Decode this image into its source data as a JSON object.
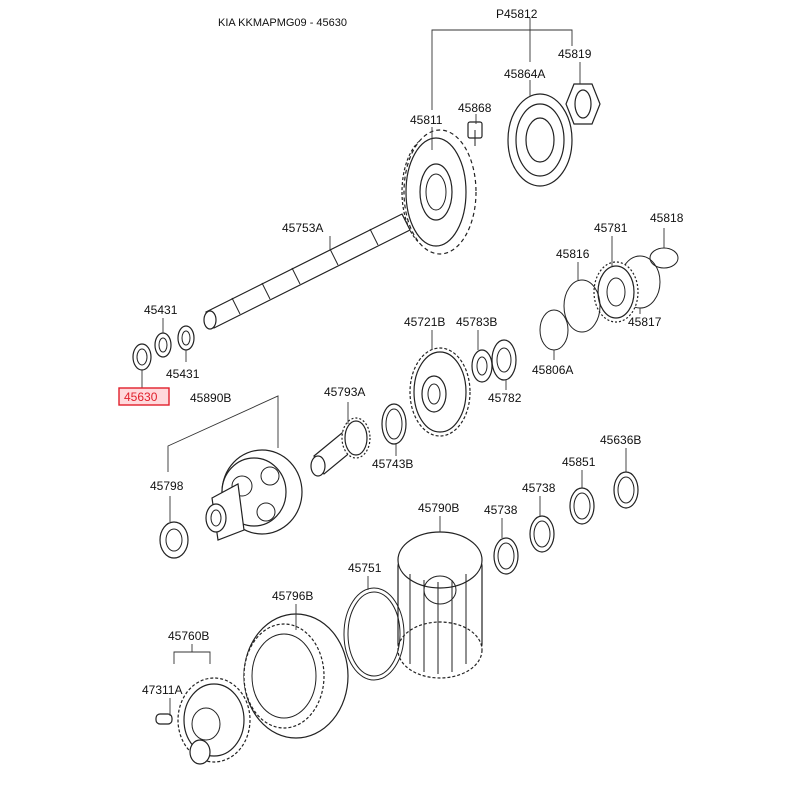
{
  "header": {
    "title": "KIA KKMAPMG09 - 45630"
  },
  "highlight_color": "#e0202c",
  "parts": {
    "p45812": "P45812",
    "p45819": "45819",
    "p45864a": "45864A",
    "p45868": "45868",
    "p45811": "45811",
    "p45753a": "45753A",
    "p45781": "45781",
    "p45818": "45818",
    "p45816": "45816",
    "p45817": "45817",
    "p45431a": "45431",
    "p45431b": "45431",
    "p45630": "45630",
    "p45721b": "45721B",
    "p45783b": "45783B",
    "p45806a": "45806A",
    "p45782": "45782",
    "p45890b": "45890B",
    "p45793a": "45793A",
    "p45743b": "45743B",
    "p45798": "45798",
    "p45636b": "45636B",
    "p45851": "45851",
    "p45738a": "45738",
    "p45738b": "45738",
    "p45790b": "45790B",
    "p45751": "45751",
    "p45796b": "45796B",
    "p45760b": "45760B",
    "p47311a": "47311A"
  }
}
